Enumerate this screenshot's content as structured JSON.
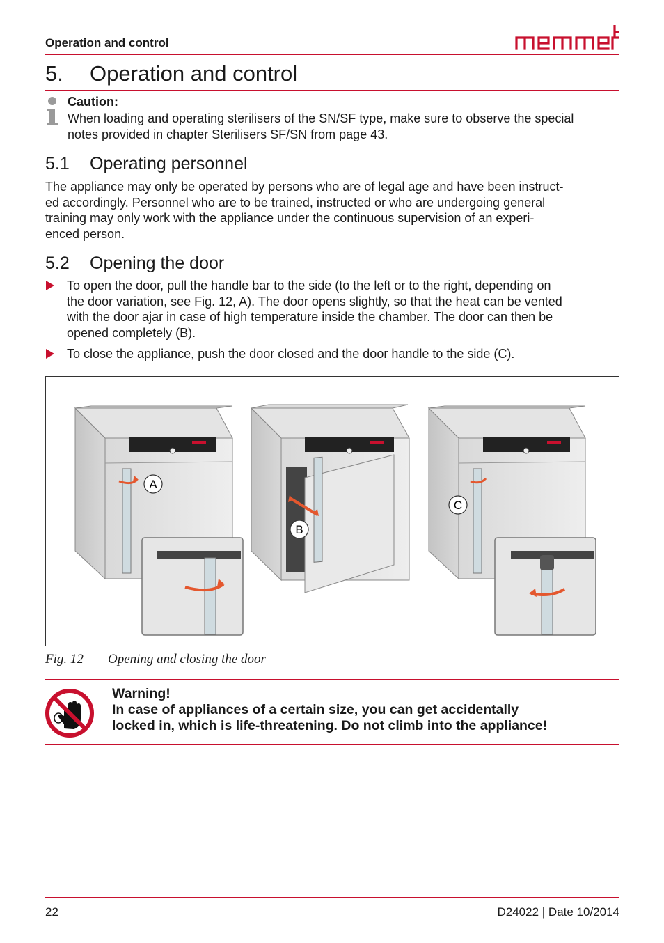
{
  "header": {
    "section_title": "Operation and control",
    "logo_text": "memmert",
    "brand_color": "#c8102e"
  },
  "chapter": {
    "number": "5.",
    "title": "Operation and control"
  },
  "caution": {
    "icon": "info-icon",
    "title": "Caution:",
    "lines": [
      "When loading and operating sterilisers of the SN/SF type, make sure to observe the special",
      "notes provided in chapter Sterilisers SF/SN from page 43."
    ]
  },
  "section_5_1": {
    "number": "5.1",
    "title": "Operating personnel",
    "lines": [
      "The appliance may only be operated by persons who are of legal age and have been instruct-",
      "ed accordingly. Personnel who are to be trained, instructed or who are undergoing general",
      "training may only work with the appliance under the continuous supervision of an experi-",
      "enced person."
    ]
  },
  "section_5_2": {
    "number": "5.2",
    "title": "Opening the door",
    "bullets": [
      {
        "lines": [
          "To open the door, pull the handle bar to the side (to the left or to the right, depending on",
          "the door variation, see Fig. 12, A). The door opens slightly, so that the heat can be vented",
          "with the door ajar in case of high temperature inside the chamber. The door can then be",
          "opened completely (B)."
        ]
      },
      {
        "lines": [
          "To close the appliance, push the door closed and the door handle to the side (C)."
        ]
      }
    ]
  },
  "figure": {
    "labels": [
      "A",
      "B",
      "C"
    ],
    "caption_label": "Fig. 12",
    "caption_text": "Opening and closing the door"
  },
  "warning": {
    "icon": "no-access-hand-icon",
    "title": "Warning!",
    "lines": [
      "In case of appliances of a certain size, you can get accidentally",
      "locked in, which is life-threatening. Do not climb into the appliance!"
    ]
  },
  "footer": {
    "page_number": "22",
    "doc_info": "D24022 | Date 10/2014"
  }
}
